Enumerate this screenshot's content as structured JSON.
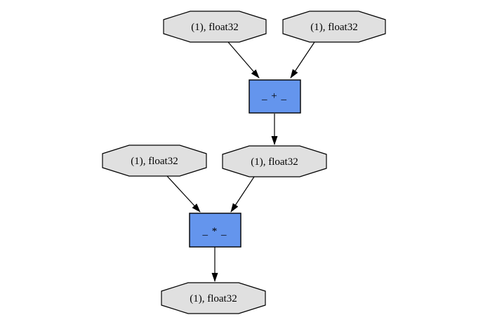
{
  "diagram": {
    "kind": "computational-graph",
    "background": "#ffffff",
    "colors": {
      "variable_fill": "#e0e0e0",
      "function_fill": "#6495ed",
      "border": "#000000",
      "edge": "#000000"
    },
    "nodes": {
      "var_top_left": {
        "shape": "octagon",
        "label": "(1), float32"
      },
      "var_top_right": {
        "shape": "octagon",
        "label": "(1), float32"
      },
      "fn_add": {
        "shape": "record",
        "label": "_ + _"
      },
      "var_mid_left": {
        "shape": "octagon",
        "label": "(1), float32"
      },
      "var_mid_right": {
        "shape": "octagon",
        "label": "(1), float32"
      },
      "fn_mul": {
        "shape": "record",
        "label": "_ * _"
      },
      "var_bottom": {
        "shape": "octagon",
        "label": "(1), float32"
      }
    },
    "edges": [
      {
        "from": "var_top_left",
        "to": "fn_add"
      },
      {
        "from": "var_top_right",
        "to": "fn_add"
      },
      {
        "from": "fn_add",
        "to": "var_mid_right"
      },
      {
        "from": "var_mid_left",
        "to": "fn_mul"
      },
      {
        "from": "var_mid_right",
        "to": "fn_mul"
      },
      {
        "from": "fn_mul",
        "to": "var_bottom"
      }
    ]
  }
}
